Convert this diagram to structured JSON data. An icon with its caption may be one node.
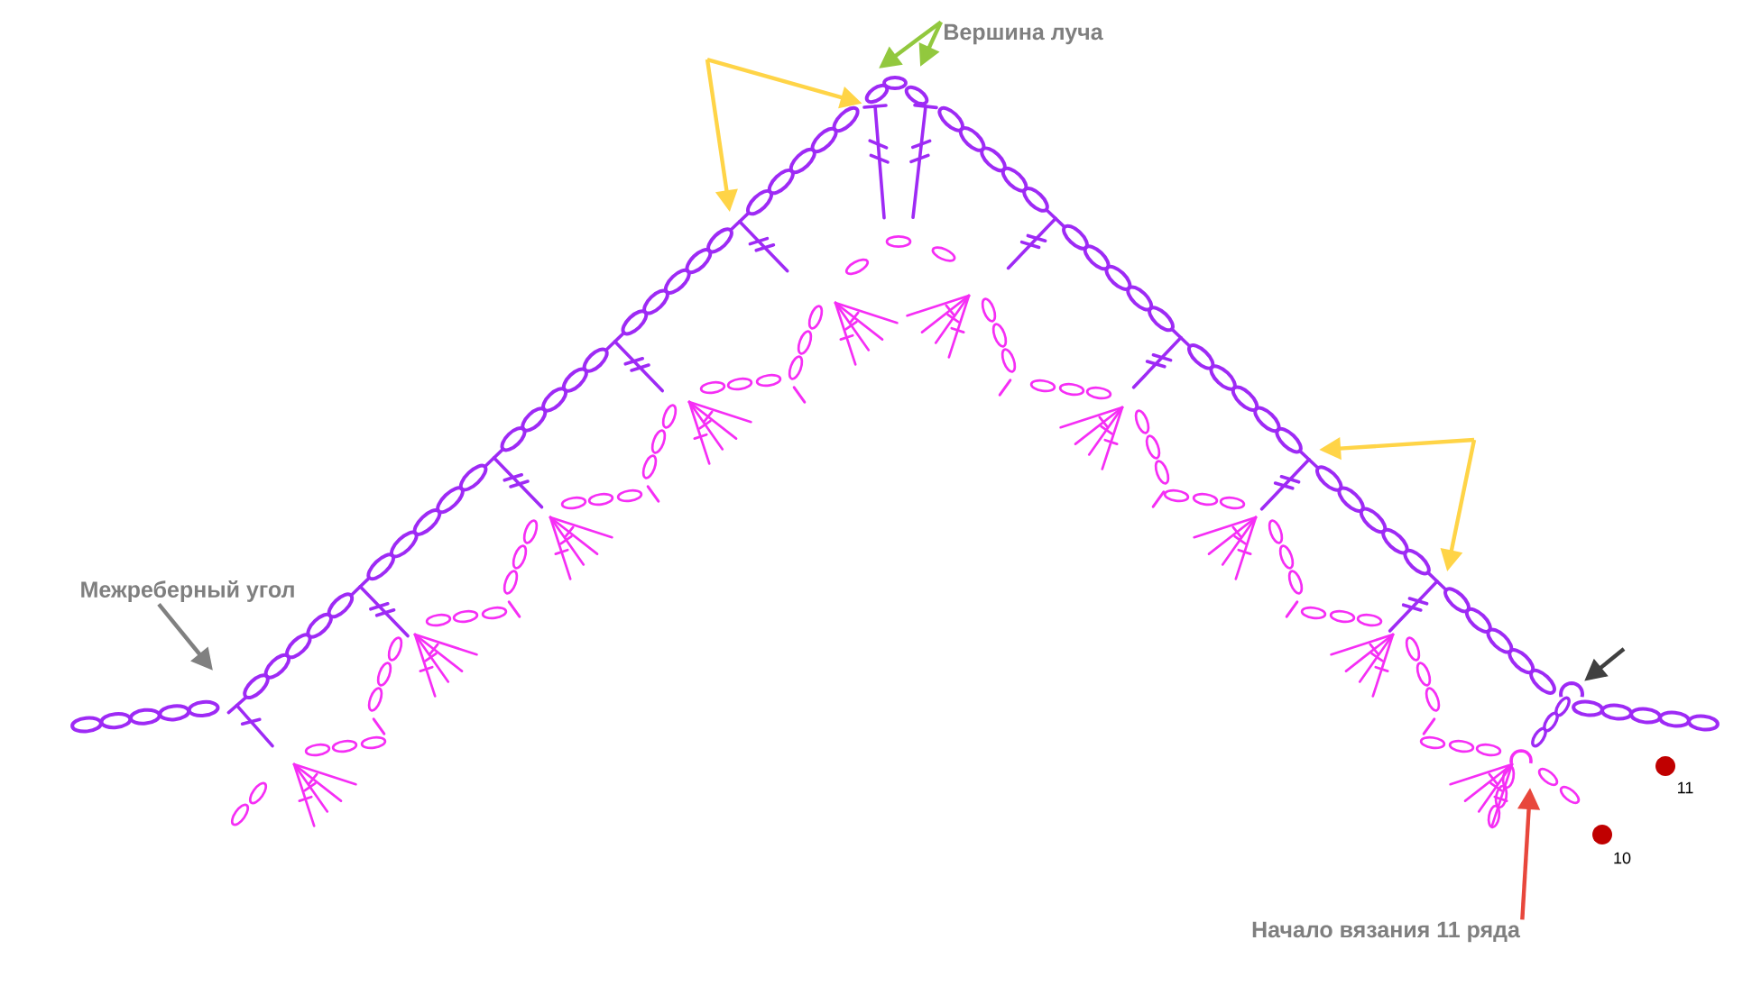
{
  "diagram": {
    "nodes": [
      {
        "text": [
          "Вершина луча"
        ]
      },
      {
        "text": [],
        "shape": "symbol"
      },
      {
        "text": [],
        "shape": "symbol"
      },
      {
        "text": [],
        "shape": "symbol"
      },
      {
        "text": [],
        "shape": "symbol"
      },
      {
        "text": [
          "Межреберный угол"
        ]
      },
      {
        "text": [],
        "shape": "arc"
      },
      {
        "text": [
          "Начало вязания 11 ряда"
        ]
      }
    ],
    "edges": [
      {
        "from": 0,
        "to": null,
        "arrow": "to",
        "color": "#92c83e"
      },
      {
        "from": 0,
        "to": null,
        "arrow": "to",
        "color": "#92c83e"
      },
      {
        "from": null,
        "to": 1,
        "arrow": "to"
      },
      {
        "from": null,
        "to": 2,
        "arrow": "to"
      },
      {
        "from": null,
        "to": 3,
        "arrow": "to"
      },
      {
        "from": null,
        "to": 4,
        "arrow": "to"
      },
      {
        "from": 5,
        "to": null,
        "arrow": "to",
        "color": "#808080"
      },
      {
        "from": null,
        "to": 6,
        "arrow": "to",
        "color": "#404040"
      },
      {
        "from": 7,
        "to": null,
        "arrow": "to",
        "color": "#e8473c"
      }
    ],
    "labels": [
      "11",
      "10"
    ]
  }
}
